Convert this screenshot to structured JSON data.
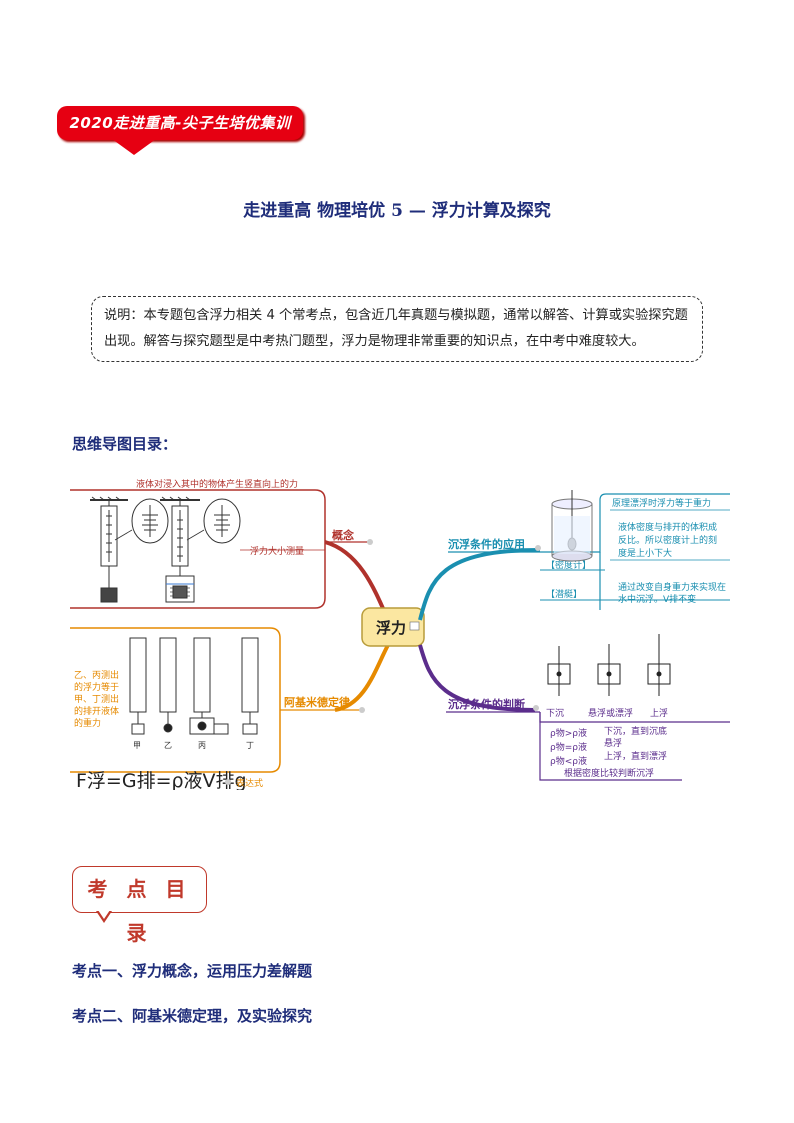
{
  "banner": {
    "text": "2020走进重高-尖子生培优集训"
  },
  "doc_title": "走进重高  物理培优 5  —  浮力计算及探究",
  "note": "说明：本专题包含浮力相关 4 个常考点，包含近几年真题与模拟题，通常以解答、计算或实验探究题出现。解答与探究题型是中考热门题型，浮力是物理非常重要的知识点，在中考中难度较大。",
  "mindmap_heading": "思维导图目录：",
  "mindmap": {
    "center": "浮力",
    "concept": {
      "label": "概念",
      "definition": "液体对浸入其中的物体产生竖直向上的力",
      "measure": "浮力大小测量"
    },
    "archimedes": {
      "label": "阿基米德定律",
      "note_lines": [
        "乙、丙测出",
        "的浮力等于",
        "甲、丁测出",
        "的排开液体",
        "的重力"
      ],
      "beaker_labels": [
        "甲",
        "乙",
        "丙",
        "丁"
      ],
      "formula": "F浮=G排=ρ液V排g",
      "expression_label": "表达式"
    },
    "application": {
      "label": "沉浮条件的应用",
      "point1": "原理漂浮时浮力等于重力",
      "point2_lines": [
        "液体密度与排开的体积成",
        "反比。所以密度计上的刻",
        "度是上小下大"
      ],
      "densimeter_tag": "【密度计】",
      "submarine_tag": "【潜艇】",
      "submarine_lines": [
        "通过改变自身重力来实现在",
        "水中沉浮。V排不变"
      ]
    },
    "judgement": {
      "label": "沉浮条件的判断",
      "states": [
        "下沉",
        "悬浮或漂浮",
        "上浮"
      ],
      "rho_lines": [
        "ρ物>ρ液",
        "ρ物=ρ液",
        "ρ物<ρ液"
      ],
      "result_lines": [
        "下沉，直到沉底",
        "悬浮",
        "上浮，直到漂浮"
      ],
      "summary": "根据密度比较判断沉浮"
    },
    "colors": {
      "concept": "#b0322c",
      "archimedes": "#e68a00",
      "application": "#1a8fb0",
      "judgement": "#5b2d8c",
      "center_fill": "#fbe7a1"
    }
  },
  "kaodian_title": "考 点 目 录",
  "kaodian": [
    "考点一、浮力概念，运用压力差解题",
    "考点二、阿基米德定理，及实验探究"
  ]
}
